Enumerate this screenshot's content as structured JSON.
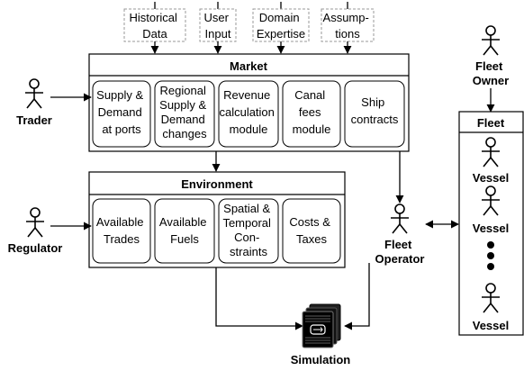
{
  "inputs": [
    {
      "lines": [
        "Historical",
        "Data"
      ]
    },
    {
      "lines": [
        "User",
        "Input"
      ]
    },
    {
      "lines": [
        "Domain",
        "Expertise"
      ]
    },
    {
      "lines": [
        "Assump-",
        "tions"
      ]
    }
  ],
  "market": {
    "title": "Market",
    "modules": [
      {
        "lines": [
          "Supply &",
          "Demand",
          "at ports"
        ]
      },
      {
        "lines": [
          "Regional",
          "Supply &",
          "Demand",
          "changes"
        ]
      },
      {
        "lines": [
          "Revenue",
          "calculation",
          "module"
        ]
      },
      {
        "lines": [
          "Canal",
          "fees",
          "module"
        ]
      },
      {
        "lines": [
          "Ship",
          "contracts"
        ]
      }
    ]
  },
  "environment": {
    "title": "Environment",
    "modules": [
      {
        "lines": [
          "Available",
          "Trades"
        ]
      },
      {
        "lines": [
          "Available",
          "Fuels"
        ]
      },
      {
        "lines": [
          "Spatial &",
          "Temporal",
          "Con-",
          "straints"
        ]
      },
      {
        "lines": [
          "Costs &",
          "Taxes"
        ]
      }
    ]
  },
  "actors": {
    "trader": "Trader",
    "regulator": "Regulator",
    "fleet_owner": [
      "Fleet",
      "Owner"
    ],
    "fleet_operator": [
      "Fleet",
      "Operator"
    ]
  },
  "fleet": {
    "title": "Fleet",
    "vessels": [
      "Vessel",
      "Vessel",
      "Vessel"
    ]
  },
  "simulation": {
    "label": "Simulation"
  }
}
